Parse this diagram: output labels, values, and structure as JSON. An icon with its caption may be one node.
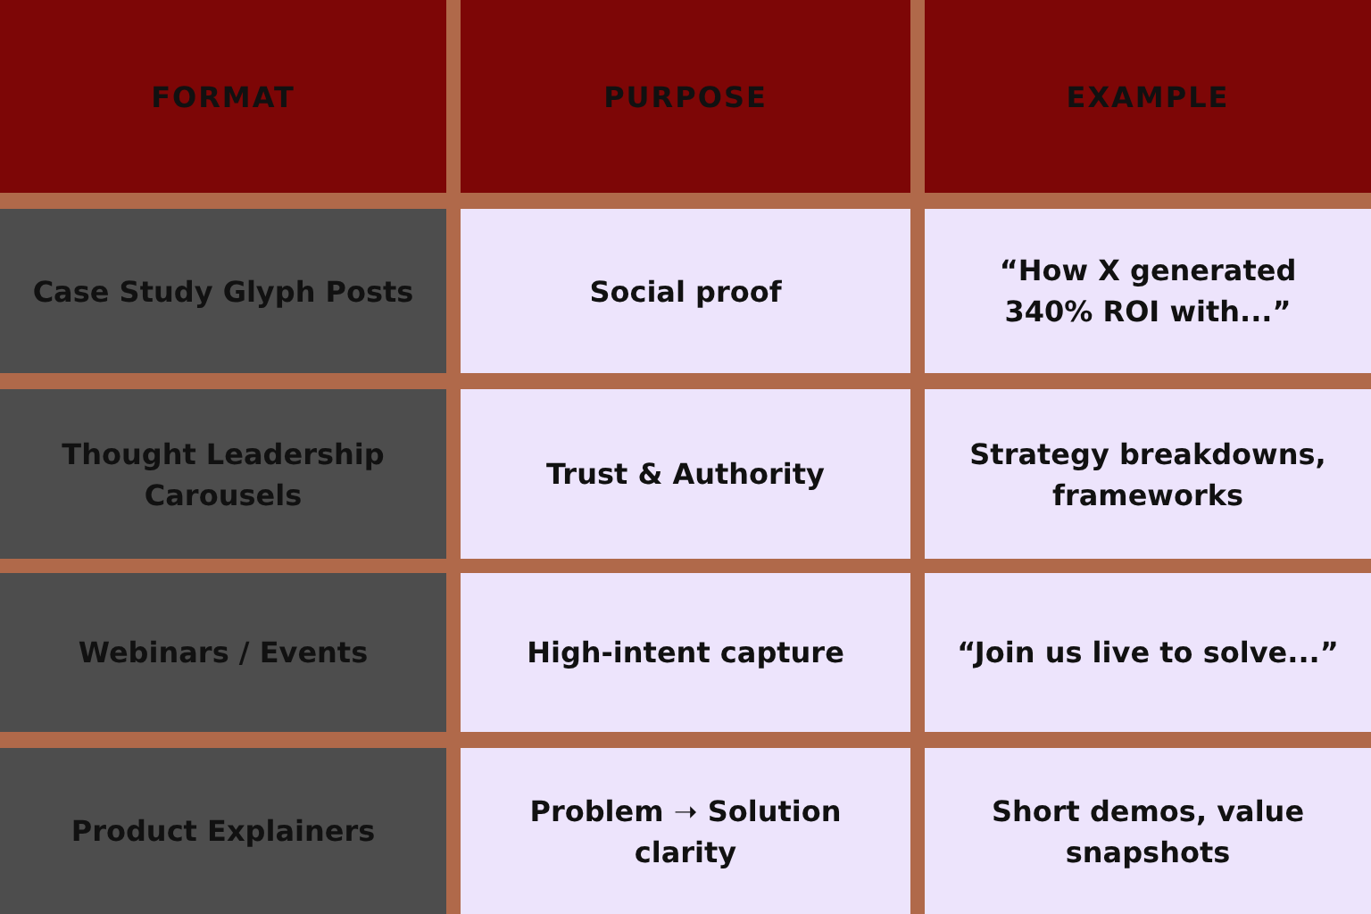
{
  "diagram": {
    "labels": [
      "FORMAT",
      "PURPOSE",
      "EXAMPLE",
      "Case Study Glyph Posts",
      "Social proof",
      "“How X generated 340% ROI with...”",
      "Thought Leadership Carousels",
      "Trust & Authority",
      "Strategy breakdowns, frameworks",
      "Webinars / Events",
      "High-intent capture",
      "“Join us live to solve...”",
      "Product Explainers",
      "Problem ➝ Solution clarity",
      "Short demos, value snapshots"
    ]
  }
}
